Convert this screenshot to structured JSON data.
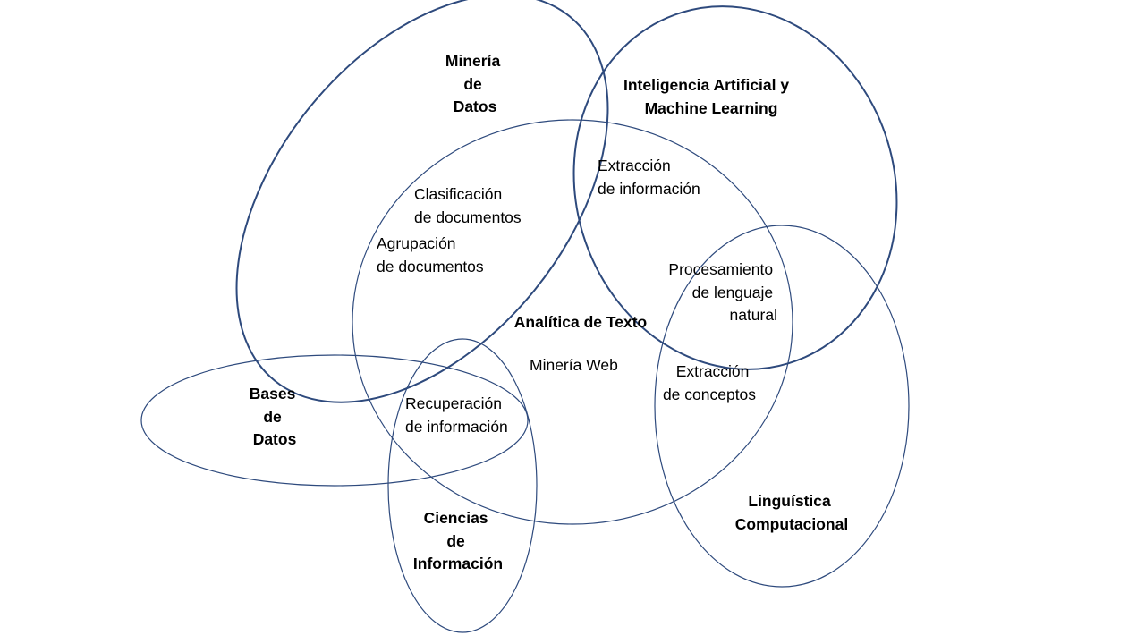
{
  "colors": {
    "outline": "#2e4a7d",
    "text": "#000000",
    "background": "#ffffff"
  },
  "sets": {
    "mineria_datos": [
      "Minería",
      "de",
      "Datos"
    ],
    "ia_ml": [
      "Inteligencia Artificial y",
      "Machine Learning"
    ],
    "analitica_texto": "Analítica de Texto",
    "bases_datos": [
      "Bases",
      "de",
      "Datos"
    ],
    "ciencias_informacion": [
      "Ciencias",
      "de",
      "Información"
    ],
    "linguistica": [
      "Linguística",
      "Computacional"
    ]
  },
  "topics": {
    "extraccion_informacion": [
      "Extracción",
      "de información"
    ],
    "clasificacion": [
      "Clasificación",
      "de documentos"
    ],
    "agrupacion": [
      "Agrupación",
      "de documentos"
    ],
    "procesamiento_lenguaje": [
      "Procesamiento",
      "de lenguaje",
      "natural"
    ],
    "mineria_web": "Minería Web",
    "extraccion_conceptos": [
      "Extracción",
      "de conceptos"
    ],
    "recuperacion_informacion": [
      "Recuperación",
      "de información"
    ]
  }
}
